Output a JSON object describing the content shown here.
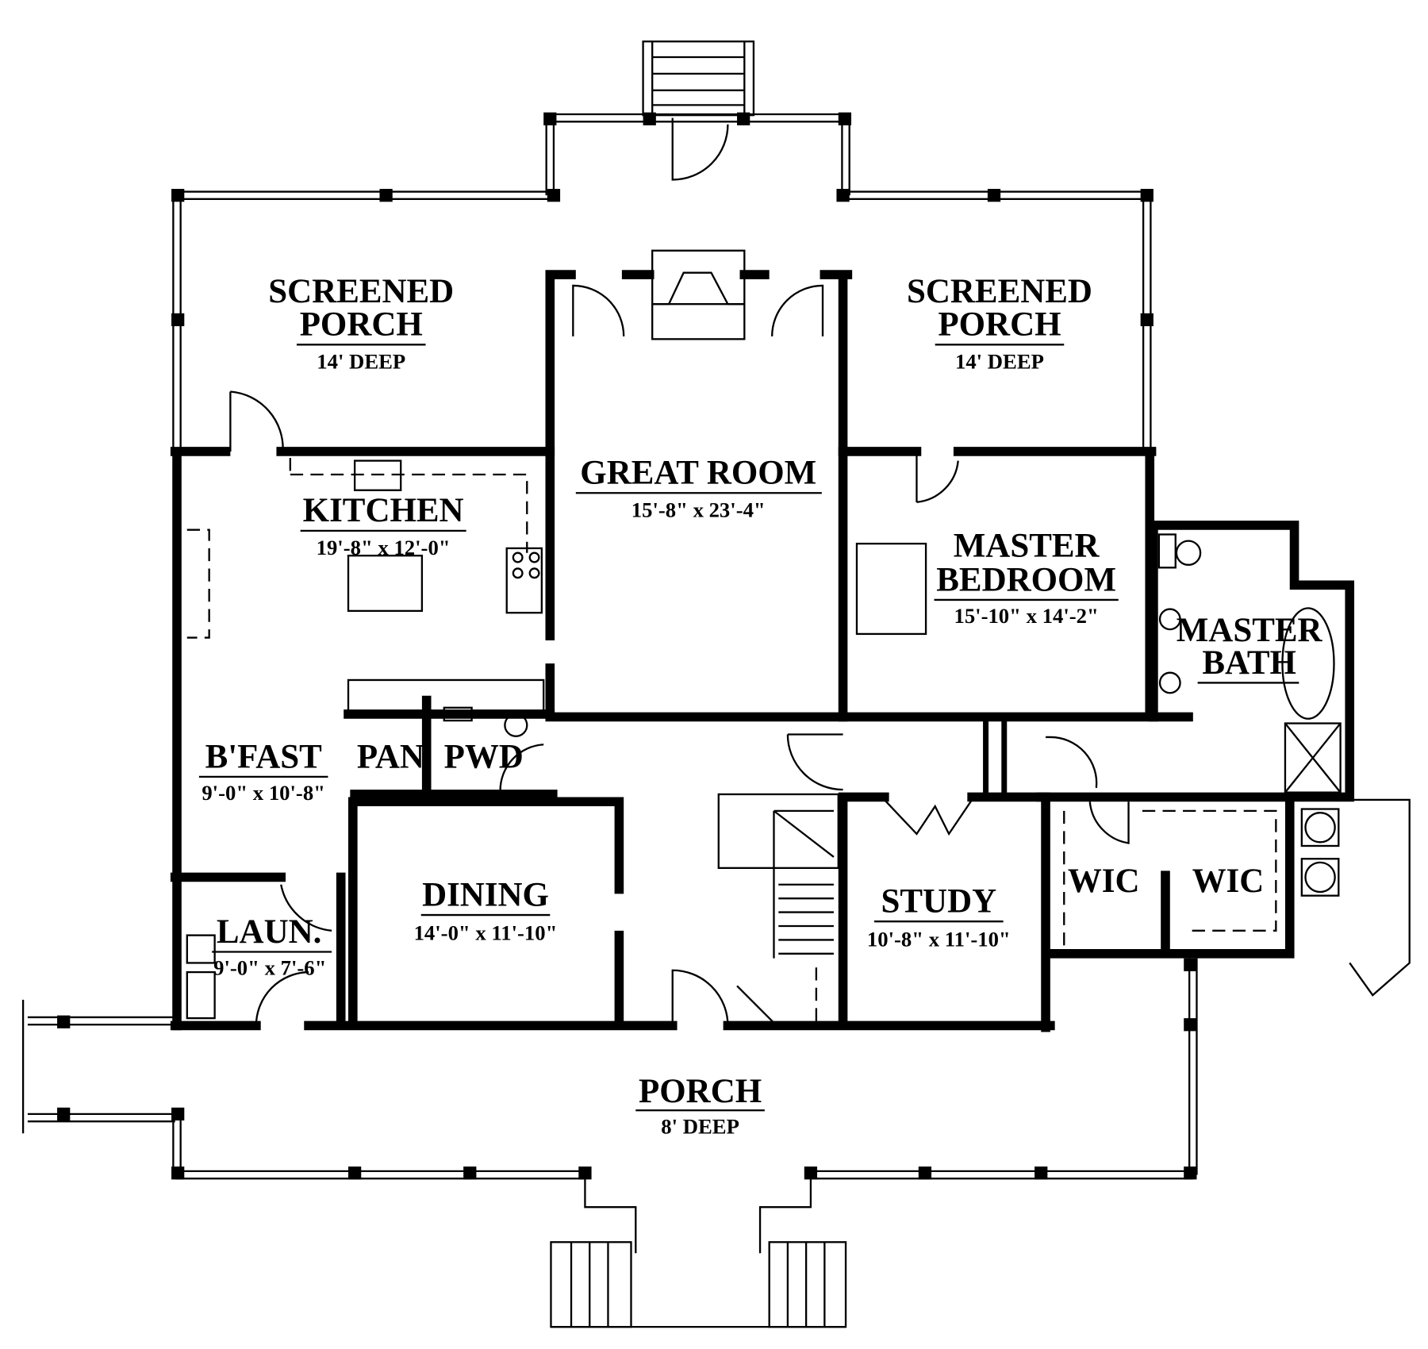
{
  "rooms": {
    "screened_porch_left": {
      "line1": "SCREENED",
      "line2": "PORCH",
      "dims": "14' DEEP"
    },
    "screened_porch_right": {
      "line1": "SCREENED",
      "line2": "PORCH",
      "dims": "14' DEEP"
    },
    "great_room": {
      "name": "GREAT ROOM",
      "dims": "15'-8\" x 23'-4\""
    },
    "kitchen": {
      "name": "KITCHEN",
      "dims": "19'-8\" x 12'-0\""
    },
    "master_bedroom": {
      "line1": "MASTER",
      "line2": "BEDROOM",
      "dims": "15'-10\" x 14'-2\""
    },
    "master_bath": {
      "line1": "MASTER",
      "line2": "BATH"
    },
    "bfast": {
      "name": "B'FAST",
      "dims": "9'-0\" x 10'-8\""
    },
    "pantry": {
      "name": "PAN"
    },
    "powder": {
      "name": "PWD"
    },
    "dining": {
      "name": "DINING",
      "dims": "14'-0\" x 11'-10\""
    },
    "study": {
      "name": "STUDY",
      "dims": "10'-8\" x 11'-10\""
    },
    "wic_left": {
      "name": "WIC"
    },
    "wic_right": {
      "name": "WIC"
    },
    "laundry": {
      "name": "LAUN.",
      "dims": "9'-0\" x 7'-6\""
    },
    "porch": {
      "name": "PORCH",
      "dims": "8' DEEP"
    }
  }
}
